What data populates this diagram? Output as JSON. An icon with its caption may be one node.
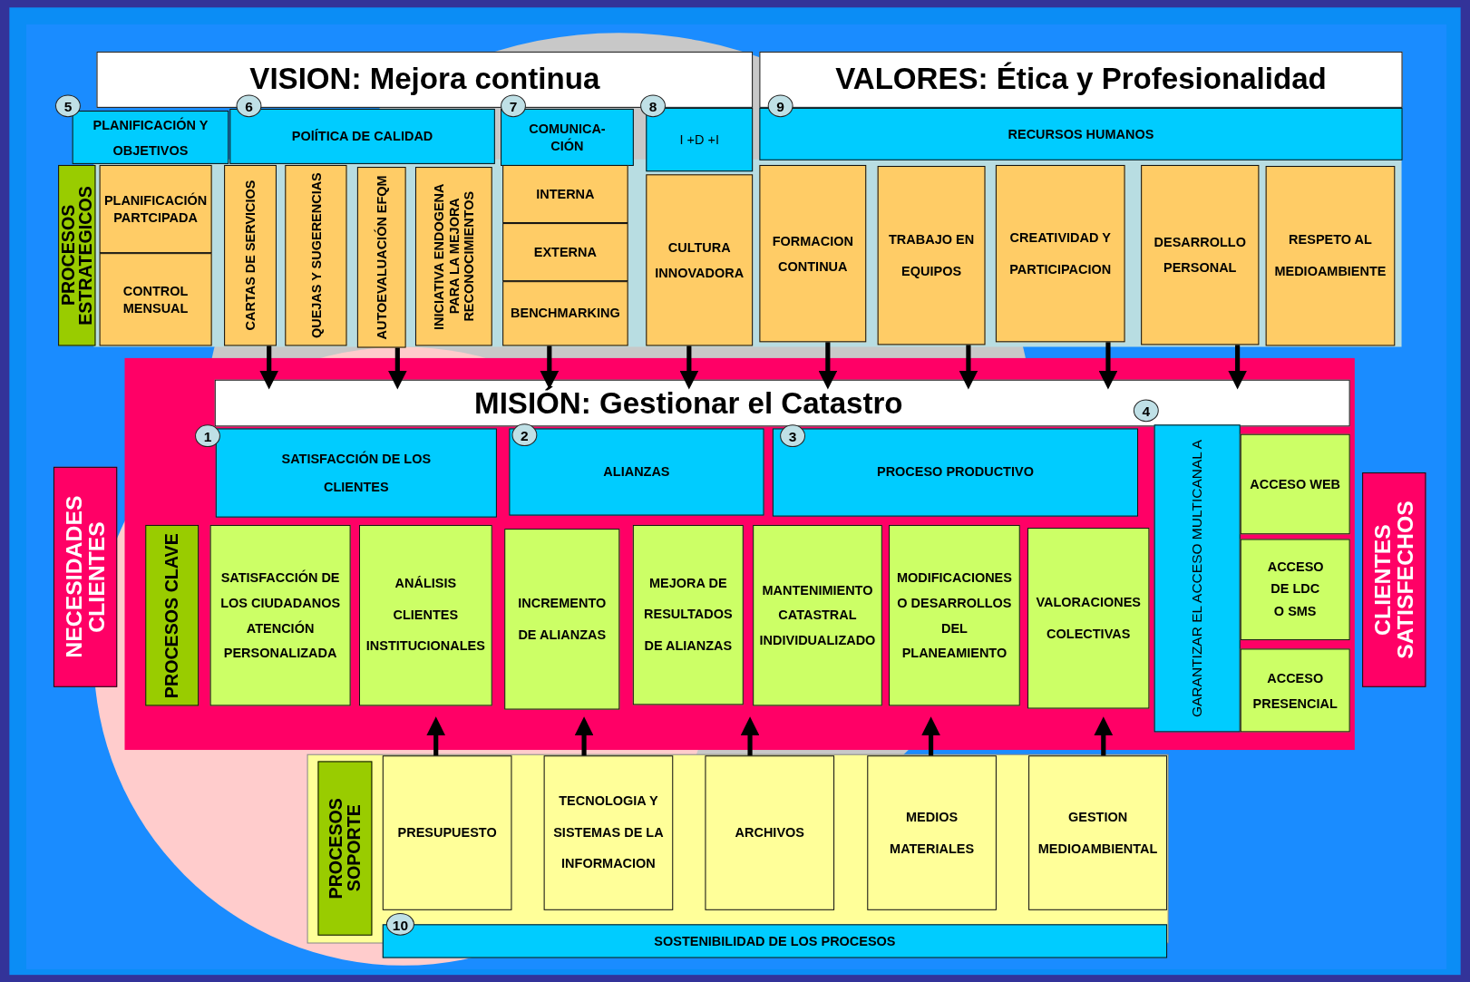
{
  "diagram": {
    "nodes": [
      {
        "text": [
          "VISION: Mejora continua"
        ]
      },
      {
        "text": [
          "VALORES: Ética y Profesionalidad"
        ]
      },
      {
        "text": [
          "5"
        ]
      },
      {
        "text": [
          "PLANIFICACIÓN Y OBJETIVOS"
        ]
      },
      {
        "text": [
          "6"
        ]
      },
      {
        "text": [
          "POlÍTICA DE CALIDAD"
        ]
      },
      {
        "text": [
          "7"
        ]
      },
      {
        "text": [
          "COMUNICA- CIÓN"
        ]
      },
      {
        "text": [
          "8"
        ]
      },
      {
        "text": [
          "I +D +I"
        ]
      },
      {
        "text": [
          "9"
        ]
      },
      {
        "text": [
          "RECURSOS HUMANOS"
        ]
      },
      {
        "text": [
          "PROCESOS ESTRATEGICOS"
        ]
      },
      {
        "text": [
          "PLANIFICACIÓN PARTCIPADA"
        ]
      },
      {
        "text": [
          "CONTROL MENSUAL"
        ]
      },
      {
        "text": [
          "CARTAS DE SERVICIOS"
        ]
      },
      {
        "text": [
          "QUEJAS Y SUGERENCIAS"
        ]
      },
      {
        "text": [
          "AUTOEVALUACIÓN EFQM"
        ]
      },
      {
        "text": [
          "INICIATIVA ENDOGENA PARA LA MEJORA RECONOCIMIENTOS"
        ]
      },
      {
        "text": [
          "INTERNA"
        ]
      },
      {
        "text": [
          "EXTERNA"
        ]
      },
      {
        "text": [
          "BENCHMARKING"
        ]
      },
      {
        "text": [
          "CULTURA INNOVADORA"
        ]
      },
      {
        "text": [
          "FORMACION CONTINUA"
        ]
      },
      {
        "text": [
          "TRABAJO EN EQUIPOS"
        ]
      },
      {
        "text": [
          "CREATIVIDAD Y PARTICIPACION"
        ]
      },
      {
        "text": [
          "DESARROLLO PERSONAL"
        ]
      },
      {
        "text": [
          "RESPETO AL MEDIOAMBIENTE"
        ]
      },
      {
        "text": [
          "MISIÓN: Gestionar el Catastro"
        ]
      },
      {
        "text": [
          "1"
        ],
        "in": 28
      },
      {
        "text": [
          "SATISFACCIÓN DE LOS CLIENTES"
        ],
        "in": 28
      },
      {
        "text": [
          "2"
        ],
        "in": 28
      },
      {
        "text": [
          "ALIANZAS"
        ],
        "in": 28
      },
      {
        "text": [
          "3"
        ],
        "in": 28
      },
      {
        "text": [
          "PROCESO PRODUCTIVO"
        ],
        "in": 28
      },
      {
        "text": [
          "4"
        ],
        "in": 28
      },
      {
        "text": [
          "PROCESOS CLAVE"
        ],
        "in": 28
      },
      {
        "text": [
          "SATISFACCIÓN DE LOS CIUDADANOS ATENCIÓN PERSONALIZADA"
        ],
        "in": 28
      },
      {
        "text": [
          "ANÁLISIS CLIENTES INSTITUCIONALES"
        ],
        "in": 28
      },
      {
        "text": [
          "INCREMENTO DE ALIANZAS"
        ],
        "in": 28
      },
      {
        "text": [
          "MEJORA DE RESULTADOS DE ALIANZAS"
        ],
        "in": 28
      },
      {
        "text": [
          "MANTENIMIENTO CATASTRAL INDIVIDUALIZADO"
        ],
        "in": 28
      },
      {
        "text": [
          "MODIFICACIONES O DESARROLLOS DEL PLANEAMIENTO"
        ],
        "in": 28
      },
      {
        "text": [
          "VALORACIONES COLECTIVAS"
        ],
        "in": 28
      },
      {
        "text": [
          "GARANTIZAR EL ACCESO MULTICANAL A"
        ],
        "in": 28
      },
      {
        "text": [
          "ACCESO WEB"
        ],
        "in": 28
      },
      {
        "text": [
          "ACCESO DE LDC O SMS"
        ],
        "in": 28
      },
      {
        "text": [
          "ACCESO PRESENCIAL"
        ],
        "in": 28
      },
      {
        "text": [
          "NECESIDADES CLIENTES"
        ]
      },
      {
        "text": [
          "CLIENTES SATISFECHOS"
        ]
      },
      {
        "text": [
          "PROCESOS SOPORTE"
        ]
      },
      {
        "text": [
          "PRESUPUESTO"
        ]
      },
      {
        "text": [
          "TECNOLOGIA Y SISTEMAS DE LA INFORMACION"
        ]
      },
      {
        "text": [
          "ARCHIVOS"
        ]
      },
      {
        "text": [
          "MEDIOS MATERIALES"
        ]
      },
      {
        "text": [
          "GESTION MEDIOAMBIENTAL"
        ]
      },
      {
        "text": [
          "10"
        ]
      },
      {
        "text": [
          "SOSTENIBILIDAD DE LOS PROCESOS"
        ]
      }
    ],
    "edges": [
      {
        "from": 15,
        "to": 28,
        "arrow": "to"
      },
      {
        "from": 17,
        "to": 28,
        "arrow": "to"
      },
      {
        "from": 21,
        "to": 28,
        "arrow": "to"
      },
      {
        "from": 22,
        "to": 28,
        "arrow": "to"
      },
      {
        "from": 23,
        "to": 28,
        "arrow": "to"
      },
      {
        "from": 24,
        "to": 28,
        "arrow": "to"
      },
      {
        "from": 25,
        "to": 28,
        "arrow": "to"
      },
      {
        "from": 26,
        "to": 28,
        "arrow": "to"
      },
      {
        "from": 51,
        "to": 28,
        "arrow": "to"
      },
      {
        "from": 52,
        "to": 28,
        "arrow": "to"
      },
      {
        "from": 53,
        "to": 28,
        "arrow": "to"
      },
      {
        "from": 54,
        "to": 28,
        "arrow": "to"
      },
      {
        "from": 55,
        "to": 28,
        "arrow": "to"
      }
    ]
  }
}
